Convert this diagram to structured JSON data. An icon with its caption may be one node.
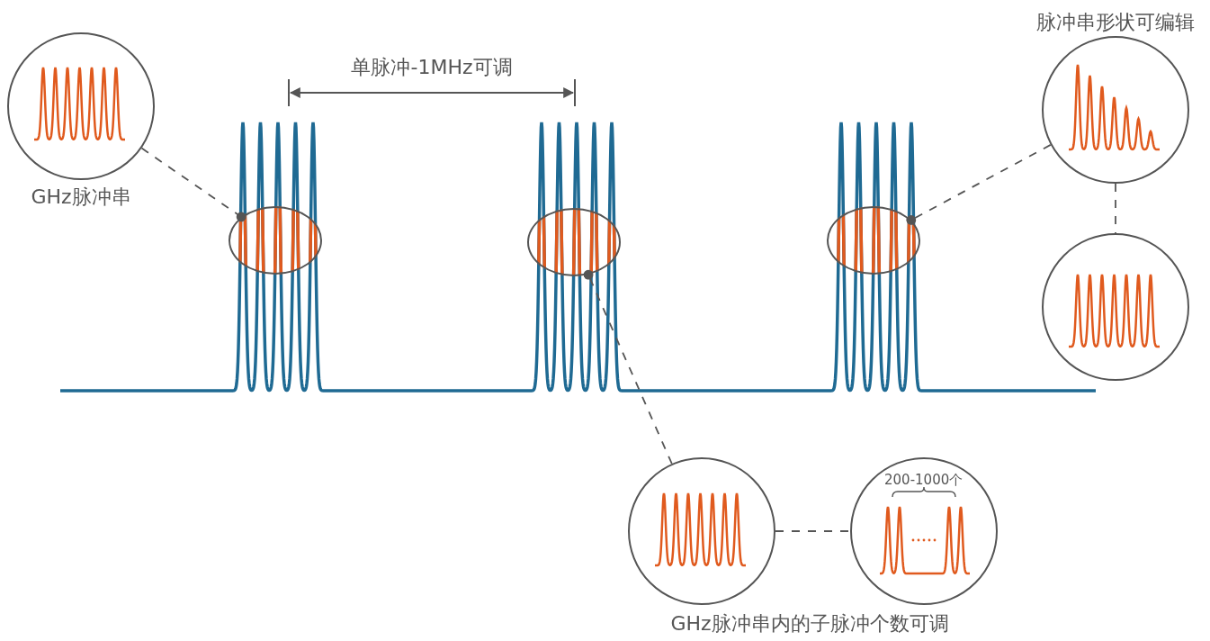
{
  "diagram": {
    "nodes": [
      {
        "text": [
          "GHz脉冲串"
        ]
      },
      {
        "text": [],
        "shape": "ellipse"
      },
      {
        "text": [],
        "shape": "ellipse"
      },
      {
        "text": [],
        "shape": "ellipse"
      },
      {
        "text": [
          "脉冲串形状可编辑"
        ]
      },
      {
        "text": [],
        "shape": "circle"
      },
      {
        "text": [],
        "shape": "circle"
      },
      {
        "text": [
          "200-1000个"
        ]
      }
    ],
    "edges": [
      {
        "from": 0,
        "to": 1,
        "arrow": "other",
        "style": "dashed"
      },
      {
        "from": 4,
        "to": 3,
        "arrow": "other",
        "style": "dashed"
      },
      {
        "from": 4,
        "to": 5,
        "arrow": "none",
        "style": "dashed"
      },
      {
        "from": 6,
        "to": 2,
        "arrow": "other",
        "style": "dashed"
      },
      {
        "from": 6,
        "to": 7,
        "arrow": "none",
        "style": "dashed"
      }
    ],
    "labels": [
      "单脉冲-1MHz可调",
      "GHz脉冲串内的子脉冲个数可调"
    ]
  }
}
